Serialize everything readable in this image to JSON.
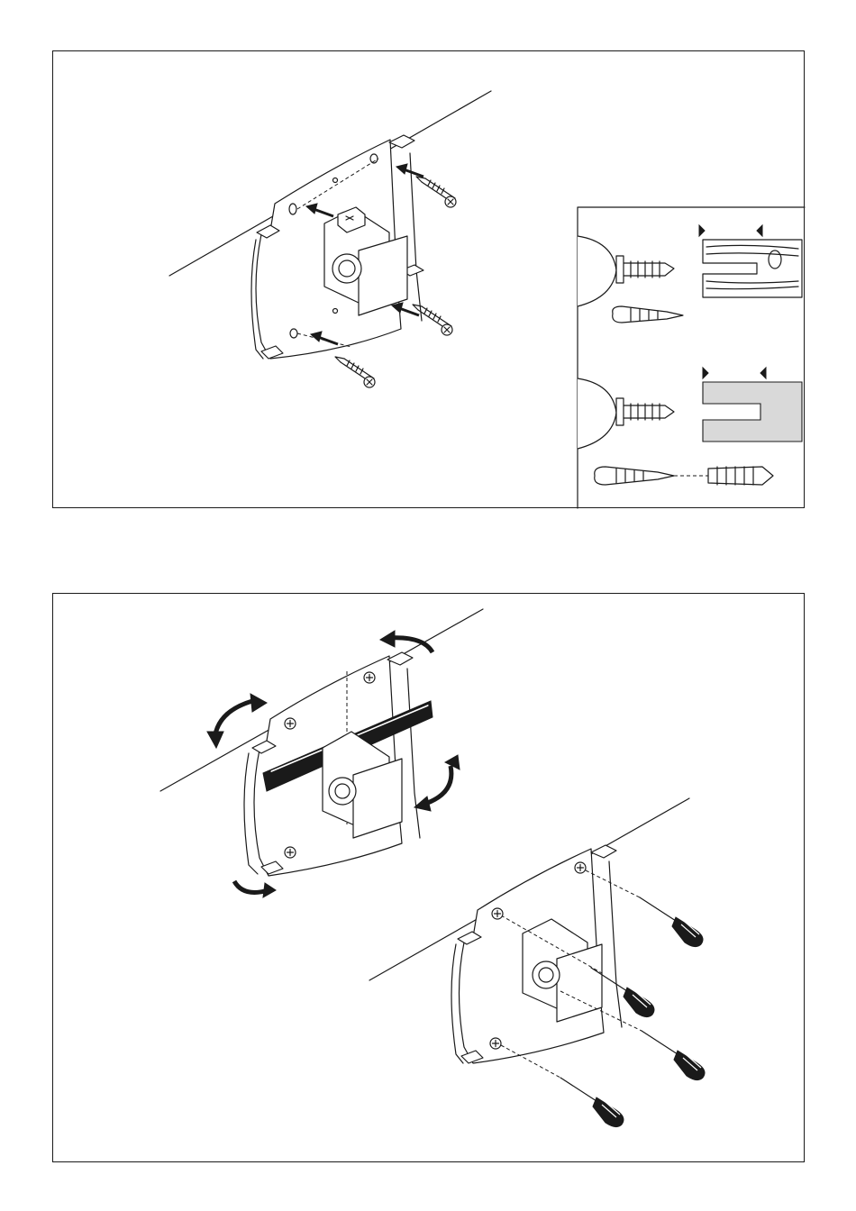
{
  "figures": [
    {
      "id": "step-wall-screw-fixing",
      "inset": [
        "wood-wall-detail",
        "concrete-wall-detail"
      ]
    },
    {
      "id": "step-adjust-and-tighten"
    }
  ],
  "icons": [
    "screw-icon",
    "wall-plug-icon",
    "drill-icon",
    "screwdriver-icon",
    "rotation-arrow-icon"
  ],
  "colors": {
    "ink": "#1a1a1a",
    "paper": "#ffffff",
    "concrete": "#d9d9d9"
  }
}
